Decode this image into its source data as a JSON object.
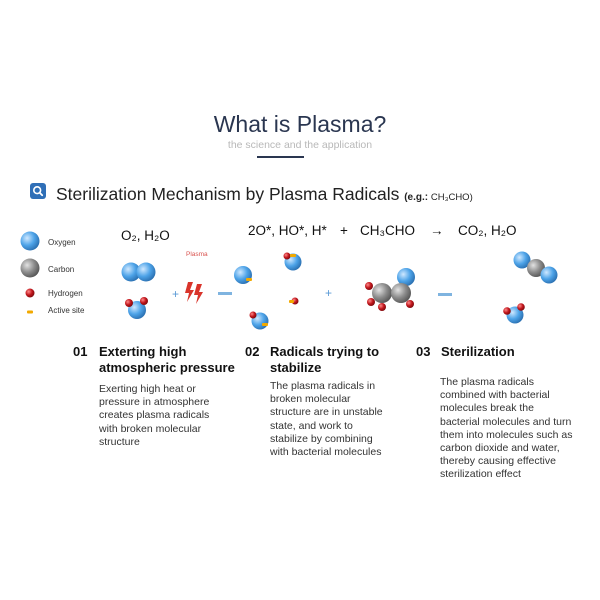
{
  "header": {
    "title": "What is Plasma?",
    "subtitle": "the science and the application"
  },
  "section": {
    "title": "Sterilization Mechanism by Plasma Radicals",
    "example_prefix": "(e.g.",
    "example_sep": ": ",
    "example_formula": "CH₃CHO)"
  },
  "legend": {
    "oxygen": "Oxygen",
    "carbon": "Carbon",
    "hydrogen": "Hydrogen",
    "active_site": "Active site"
  },
  "equation": {
    "reactant1": "O₂, H₂O",
    "radicals": "2O*, HO*, H*",
    "plus": "+",
    "aldehyde": "CH₃CHO",
    "arrow": "→",
    "products": "CO₂, H₂O",
    "plasma_label": "Plasma"
  },
  "steps": [
    {
      "num": "01",
      "heading_line1": "Exterting high",
      "heading_line2": "atmospheric pressure",
      "body": [
        "Exerting high heat or",
        "pressure in atmosphere",
        "creates plasma radicals",
        "with broken molecular",
        "structure"
      ]
    },
    {
      "num": "02",
      "heading_line1": "Radicals trying to",
      "heading_line2": "stabilize",
      "body": [
        "The plasma radicals in",
        "broken molecular",
        "structure are in unstable",
        "state, and work to",
        "stabilize by combining",
        "with bacterial molecules"
      ]
    },
    {
      "num": "03",
      "heading_line1": "Sterilization",
      "heading_line2": "",
      "body": [
        "The plasma radicals",
        "combined with bacterial",
        "molecules break the",
        "bacterial molecules and turn",
        "them into molecules such as",
        "carbon dioxide and water,",
        "thereby causing effective",
        "sterilization effect"
      ]
    }
  ],
  "colors": {
    "oxygen": "#4da3e8",
    "carbon": "#8c8c8c",
    "hydrogen": "#c0151b",
    "active_site": "#f2a900",
    "arrow": "#7fb4e0",
    "title": "#2a3650",
    "accent_icon": "#2f6fb7"
  },
  "icons": {
    "section": "search-doc-icon",
    "lightning": "lightning-icon"
  }
}
